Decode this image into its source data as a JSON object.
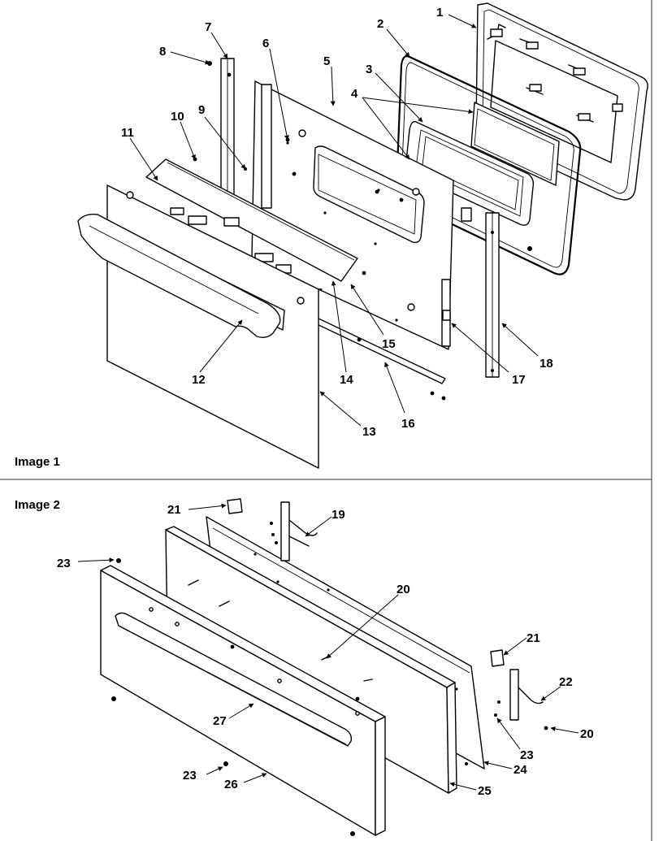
{
  "panels": [
    {
      "caption": "Image 1"
    },
    {
      "caption": "Image 2"
    }
  ],
  "callouts_image1": [
    "1",
    "2",
    "3",
    "4",
    "5",
    "6",
    "7",
    "8",
    "9",
    "10",
    "11",
    "12",
    "13",
    "14",
    "15",
    "16",
    "17",
    "18"
  ],
  "callouts_image2": [
    "19",
    "20",
    "20",
    "21",
    "21",
    "22",
    "23",
    "23",
    "23",
    "24",
    "25",
    "26",
    "27"
  ],
  "colors": {
    "line": "#000000",
    "background": "#ffffff",
    "frame": "#555555"
  }
}
